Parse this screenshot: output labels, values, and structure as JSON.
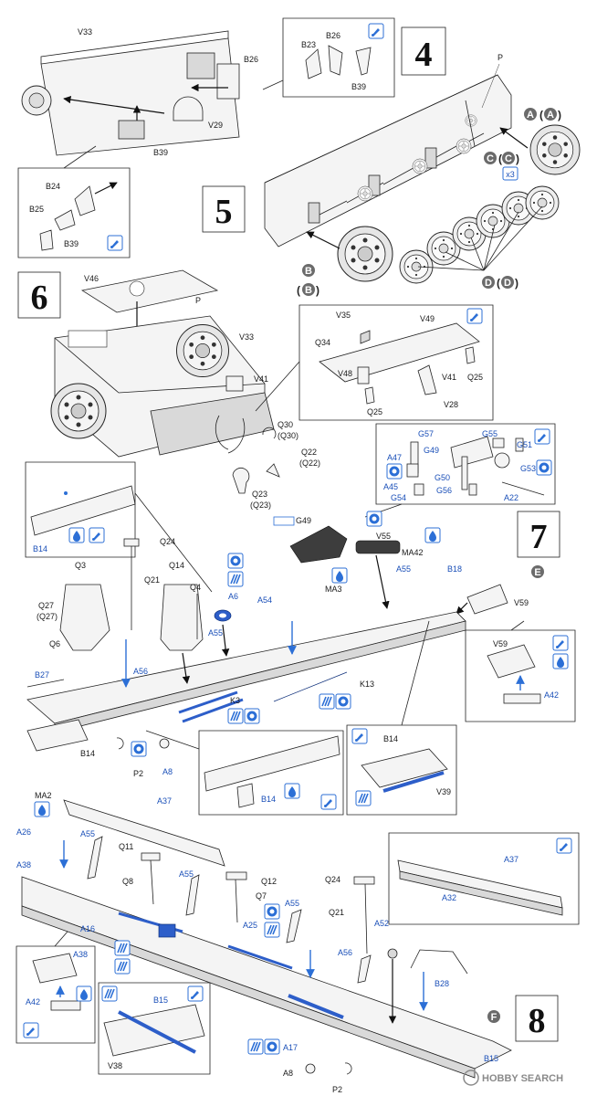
{
  "steps": {
    "s4": "4",
    "s5": "5",
    "s6": "6",
    "s7": "7",
    "s8": "8"
  },
  "step4_labels": {
    "v33": "V33",
    "b26a": "B26",
    "b23": "B23",
    "b26b": "B26",
    "b39a": "B39",
    "v29": "V29",
    "b39b": "B39",
    "b24": "B24",
    "b25": "B25",
    "b39c": "B39"
  },
  "step5_labels": {
    "p": "P",
    "a1": "A",
    "a2": "A",
    "c1": "C",
    "c2": "C",
    "x3": "x3",
    "b1": "B",
    "b2": "B",
    "d1": "D",
    "d2": "D"
  },
  "step6_labels": {
    "v46": "V46",
    "p": "P",
    "v33": "V33",
    "v41a": "V41",
    "q30": "Q30",
    "q30p": "(Q30)",
    "q22": "Q22",
    "q22p": "(Q22)",
    "q23": "Q23",
    "q23p": "(Q23)",
    "v35": "V35",
    "v49": "V49",
    "q34": "Q34",
    "v48": "V48",
    "v41b": "V41",
    "q25a": "Q25",
    "q25b": "Q25",
    "v28": "V28"
  },
  "step7_labels": {
    "g57": "G57",
    "g55": "G55",
    "g51": "G51",
    "g49a": "G49",
    "a47": "A47",
    "a45": "A45",
    "g50": "G50",
    "g53": "G53",
    "g54": "G54",
    "g56": "G56",
    "a22": "A22",
    "g49b": "G49",
    "v55": "V55",
    "ma3": "MA3",
    "ma42": "MA42",
    "a55a": "A55",
    "b18": "B18",
    "e": "E",
    "v59a": "V59",
    "v59b": "V59",
    "a42a": "A42",
    "b14a": "B14",
    "q24": "Q24",
    "q21": "Q21",
    "q3": "Q3",
    "q14": "Q14",
    "q4": "Q4",
    "q27": "Q27",
    "q27p": "(Q27)",
    "q6": "Q6",
    "a6": "A6",
    "a55b": "A55",
    "a54": "A54",
    "a56": "A56",
    "k13": "K13",
    "k3": "K3",
    "b27": "B27",
    "b14b": "B14",
    "p2a": "P2",
    "a8a": "A8",
    "b14c": "B14",
    "b14d": "B14",
    "v39": "V39"
  },
  "step8_labels": {
    "ma2": "MA2",
    "a37a": "A37",
    "a26": "A26",
    "a55a": "A55",
    "q11": "Q11",
    "a38a": "A38",
    "q8": "Q8",
    "a55b": "A55",
    "q12": "Q12",
    "q7": "Q7",
    "a16": "A16",
    "a25": "A25",
    "a55c": "A55",
    "q24": "Q24",
    "q21": "Q21",
    "a37b": "A37",
    "a32": "A32",
    "a52": "A52",
    "a56": "A56",
    "b28": "B28",
    "a38b": "A38",
    "a42": "A42",
    "b15a": "B15",
    "v38": "V38",
    "a17": "A17",
    "a8": "A8",
    "p2": "P2",
    "f": "F",
    "b15b": "B15"
  },
  "watermark": {
    "text": "HOBBY SEARCH"
  },
  "colors": {
    "blue": "#2c6fd6",
    "dark_blue": "#1a4fb8",
    "line": "#222222"
  },
  "icons": {
    "paint": "paint-brush-icon",
    "cement": "glue-drop-icon",
    "photo_etch": "photo-etch-icon"
  }
}
